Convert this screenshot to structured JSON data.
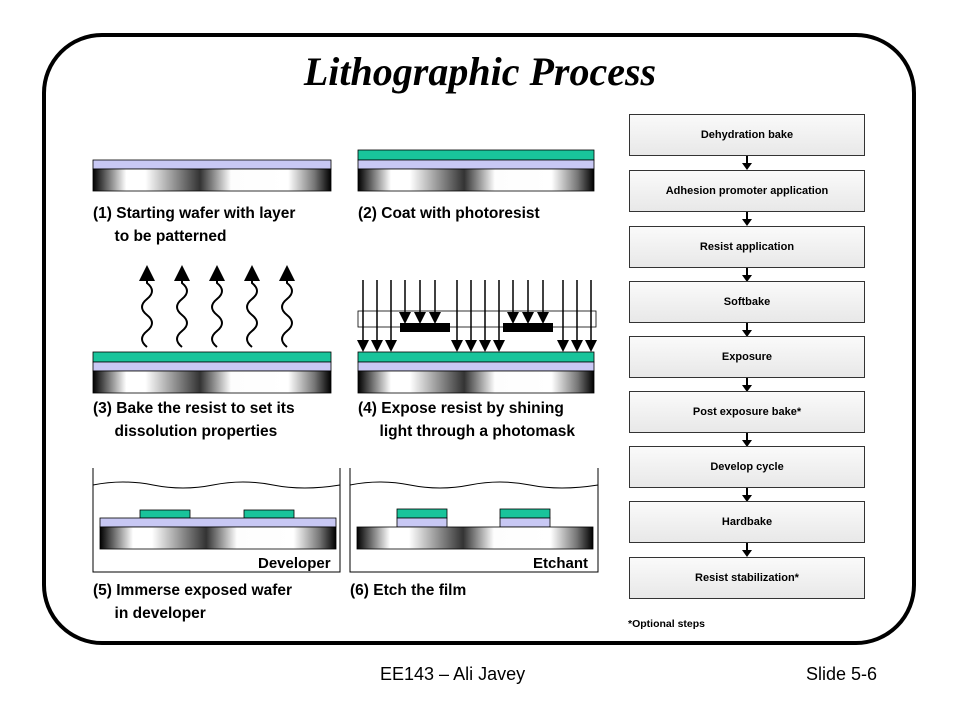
{
  "title": "Lithographic Process",
  "footer": {
    "center": "EE143 – Ali Javey",
    "right": "Slide 5-6"
  },
  "steps": [
    {
      "caption": "(1) Starting wafer with layer\n     to be patterned"
    },
    {
      "caption": "(2) Coat with photoresist"
    },
    {
      "caption": "(3) Bake the resist to set its\n     dissolution properties"
    },
    {
      "caption": "(4) Expose resist by shining\n     light through a photomask"
    },
    {
      "caption": "(5) Immerse exposed wafer\n     in developer",
      "bath_label": "Developer"
    },
    {
      "caption": "(6) Etch the film",
      "bath_label": "Etchant"
    }
  ],
  "flow": {
    "steps": [
      "Dehydration bake",
      "Adhesion promoter application",
      "Resist application",
      "Softbake",
      "Exposure",
      "Post exposure bake*",
      "Develop cycle",
      "Hardbake",
      "Resist stabilization*"
    ],
    "note": "*Optional steps"
  },
  "colors": {
    "resist": "#19c49b",
    "film": "#c8c8f4",
    "frame": "#000000"
  }
}
